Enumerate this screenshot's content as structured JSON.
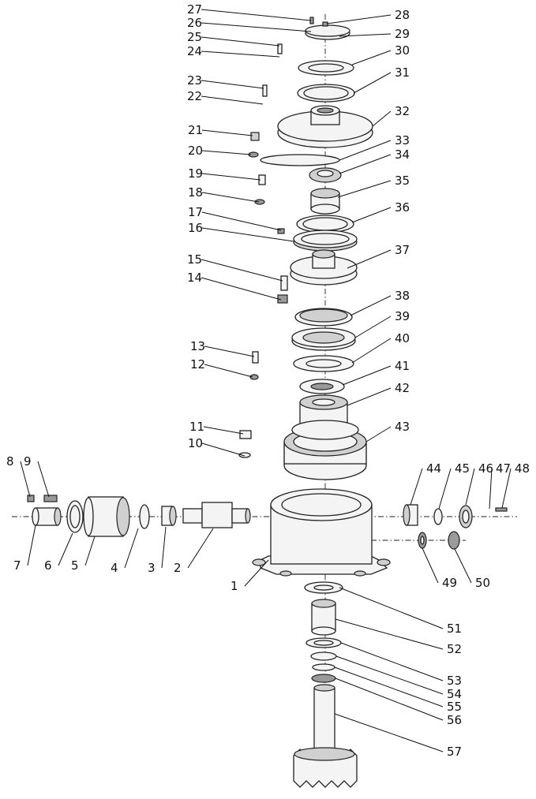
{
  "diagram": {
    "callouts": [
      "1",
      "2",
      "3",
      "4",
      "5",
      "6",
      "7",
      "8",
      "9",
      "10",
      "11",
      "12",
      "13",
      "14",
      "15",
      "16",
      "17",
      "18",
      "19",
      "20",
      "21",
      "22",
      "23",
      "24",
      "25",
      "26",
      "27",
      "28",
      "29",
      "30",
      "31",
      "32",
      "33",
      "34",
      "35",
      "36",
      "37",
      "38",
      "39",
      "40",
      "41",
      "42",
      "43",
      "44",
      "45",
      "46",
      "47",
      "48",
      "49",
      "50",
      "51",
      "52",
      "53",
      "54",
      "55",
      "56",
      "57"
    ]
  }
}
